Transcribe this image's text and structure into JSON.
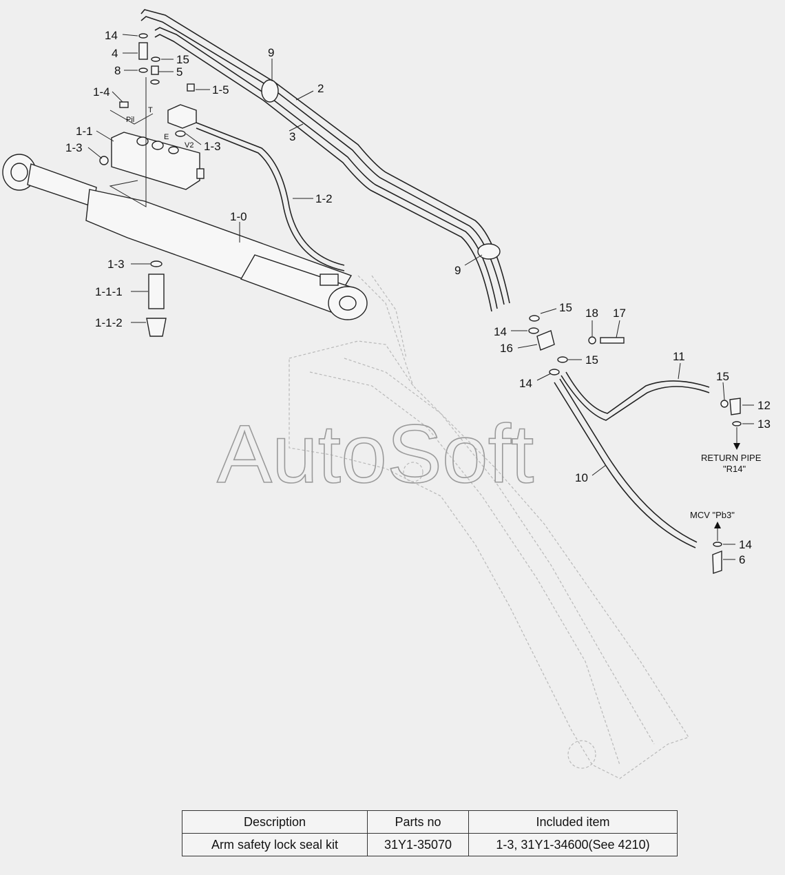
{
  "watermark": "AutoSoft",
  "callouts": {
    "c14a": "14",
    "c4": "4",
    "c15a": "15",
    "c8": "8",
    "c5": "5",
    "c1_4": "1-4",
    "c1_5": "1-5",
    "c1_1": "1-1",
    "c1_3a": "1-3",
    "c1_3b": "1-3",
    "c9a": "9",
    "c2": "2",
    "c3": "3",
    "c1_2": "1-2",
    "c1_0": "1-0",
    "c1_3c": "1-3",
    "c1_1_1": "1-1-1",
    "c1_1_2": "1-1-2",
    "c9b": "9",
    "c15b": "15",
    "c18": "18",
    "c17": "17",
    "c14b": "14",
    "c16": "16",
    "c15c": "15",
    "c14c": "14",
    "c11": "11",
    "c15d": "15",
    "c12": "12",
    "c13": "13",
    "c10": "10",
    "c14d": "14",
    "c6": "6"
  },
  "port_labels": {
    "pil": "Pil",
    "t": "T",
    "e": "E",
    "v2": "V2"
  },
  "notes": {
    "return_pipe_line1": "RETURN PIPE",
    "return_pipe_line2": "\"R14\"",
    "mcv": "MCV  \"Pb3\""
  },
  "table": {
    "headers": [
      "Description",
      "Parts no",
      "Included item"
    ],
    "rows": [
      [
        "Arm safety lock seal kit",
        "31Y1-35070",
        "1-3, 31Y1-34600(See 4210)"
      ]
    ]
  }
}
